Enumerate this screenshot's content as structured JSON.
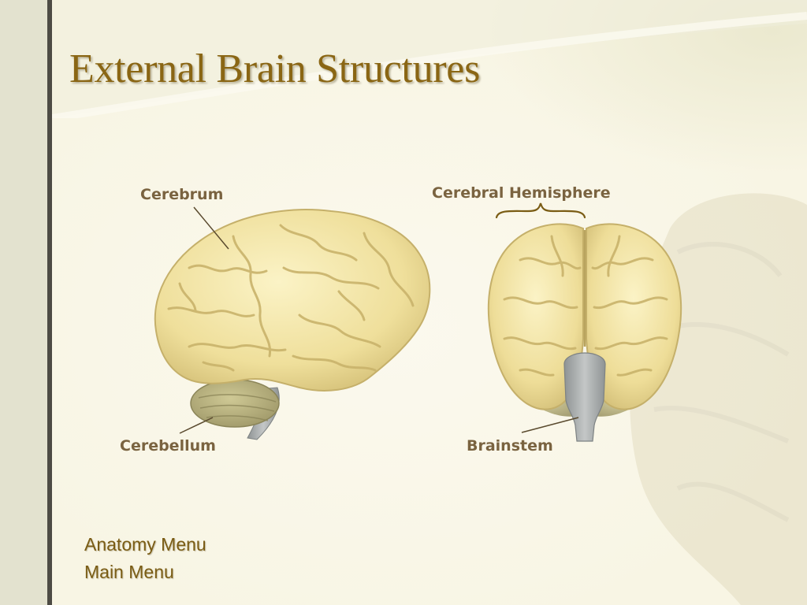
{
  "slide": {
    "title": "External Brain Structures"
  },
  "labels": {
    "cerebrum": "Cerebrum",
    "cerebellum": "Cerebellum",
    "cerebral_hemisphere": "Cerebral Hemisphere",
    "brainstem": "Brainstem"
  },
  "nav": {
    "anatomy_menu": "Anatomy Menu",
    "main_menu": "Main Menu"
  },
  "colors": {
    "title": "#8a6614",
    "label": "#7a6340",
    "brain_fill": "#f3e7a8",
    "cerebellum_fill": "#b9b27a",
    "brainstem_fill": "#a9adad",
    "left_rule": "#4d4b44"
  }
}
